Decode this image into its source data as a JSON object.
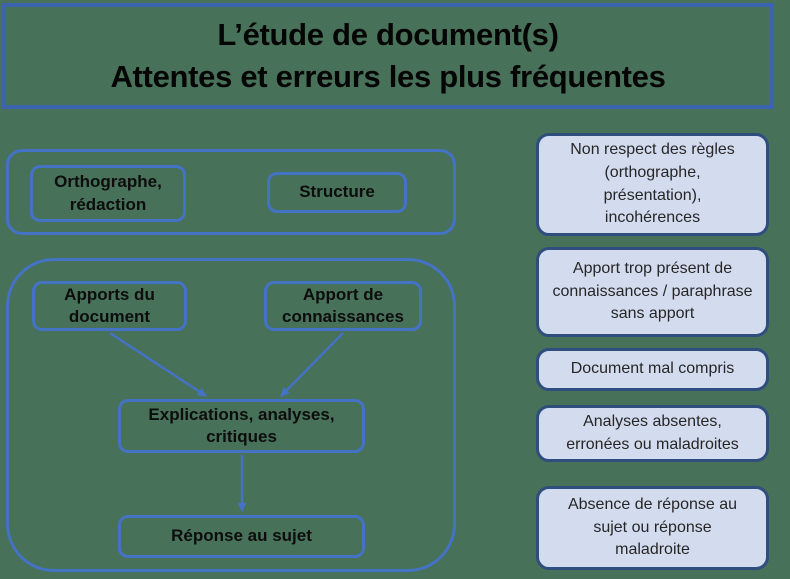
{
  "title": {
    "line1": "L’étude de document(s)",
    "line2": "Attentes et erreurs les plus fréquentes"
  },
  "flow": {
    "orthographe_redaction": "Orthographe,\nrédaction",
    "structure": "Structure",
    "apports_du_document": "Apports du\ndocument",
    "apport_de_connaissances": "Apport de\nconnaissances",
    "explications_analyses_critiques": "Explications, analyses,\ncritiques",
    "reponse_au_sujet": "Réponse au sujet"
  },
  "errors": [
    {
      "text": "Non respect des règles\n(orthographe,\nprésentation),\nincohérences"
    },
    {
      "text": "Apport trop présent de\nconnaissances / paraphrase\nsans apport"
    },
    {
      "text": "Document mal compris"
    },
    {
      "text": "Analyses absentes,\nerronées ou maladroites"
    },
    {
      "text": "Absence de réponse au\nsujet ou réponse\nmaladroite"
    }
  ],
  "colors": {
    "background_green": "#48715A",
    "accent_blue": "#4472C4",
    "title_border_blue": "#3C63AE",
    "error_box_fill": "#D3DCEF",
    "error_box_border": "#2F4E7E",
    "text_black": "#0D0D0D"
  }
}
